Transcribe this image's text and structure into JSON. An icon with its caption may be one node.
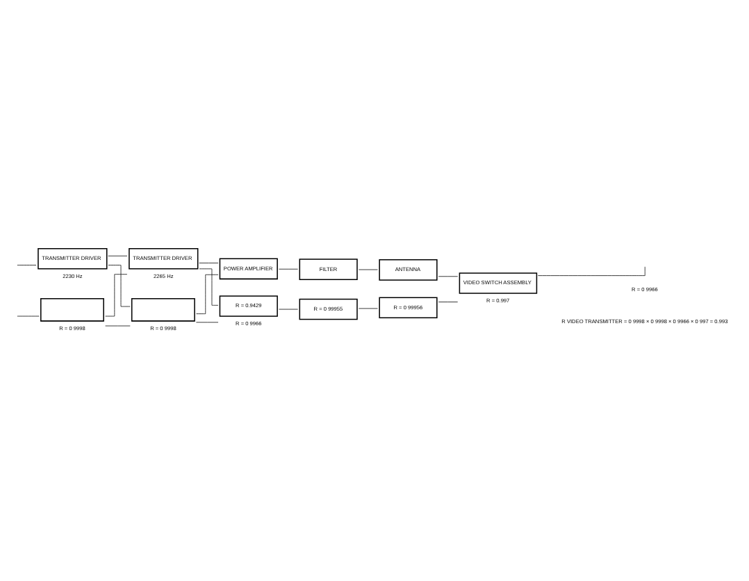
{
  "diagram": {
    "nodes": [
      {
        "text": [
          "TRANSMITTER DRIVER"
        ],
        "beside": [
          "2230 Hz"
        ]
      },
      {
        "text": [],
        "shape": "box",
        "beside": [
          "R = 0 9998"
        ]
      },
      {
        "text": [
          "TRANSMITTER DRIVER"
        ],
        "beside": [
          "2265 Hz"
        ]
      },
      {
        "text": [],
        "shape": "box",
        "beside": [
          "R = 0 9998"
        ]
      },
      {
        "text": [
          "POWER AMPLIFIER"
        ]
      },
      {
        "text": [
          "R = 0.9429"
        ],
        "beside": [
          "R = 0 9966"
        ]
      },
      {
        "text": [
          "FILTER"
        ]
      },
      {
        "text": [
          "ANTENNA"
        ]
      },
      {
        "text": [
          "R = 0 99955"
        ]
      },
      {
        "text": [
          "R = 0 99956"
        ]
      },
      {
        "text": [
          "VIDEO SWITCH ASSEMBLY"
        ],
        "beside": [
          "R = 0.997"
        ]
      }
    ],
    "edges": [
      {
        "from": null,
        "to": 0,
        "arrow": "none"
      },
      {
        "from": null,
        "to": 1,
        "arrow": "none"
      },
      {
        "from": 0,
        "to": 2,
        "arrow": "none"
      },
      {
        "from": 0,
        "to": 3,
        "arrow": "none"
      },
      {
        "from": 1,
        "to": 2,
        "arrow": "none"
      },
      {
        "from": 1,
        "to": 3,
        "arrow": "none"
      },
      {
        "from": 2,
        "to": 4,
        "arrow": "none"
      },
      {
        "from": 2,
        "to": 5,
        "arrow": "none"
      },
      {
        "from": 3,
        "to": 4,
        "arrow": "none"
      },
      {
        "from": 3,
        "to": 5,
        "arrow": "none"
      },
      {
        "from": 4,
        "to": 6,
        "arrow": "none"
      },
      {
        "from": 5,
        "to": 8,
        "arrow": "none"
      },
      {
        "from": 6,
        "to": 7,
        "arrow": "none"
      },
      {
        "from": 8,
        "to": 9,
        "arrow": "none"
      },
      {
        "from": 7,
        "to": 10,
        "arrow": "none"
      },
      {
        "from": 9,
        "to": 10,
        "arrow": "none"
      },
      {
        "from": 10,
        "to": null,
        "arrow": "none"
      }
    ],
    "labels": [
      "R = 0 9966",
      "R VIDEO TRANSMITTER = 0 9998 × 0 9998 × 0 9966 × 0 997 = 0.993"
    ]
  }
}
